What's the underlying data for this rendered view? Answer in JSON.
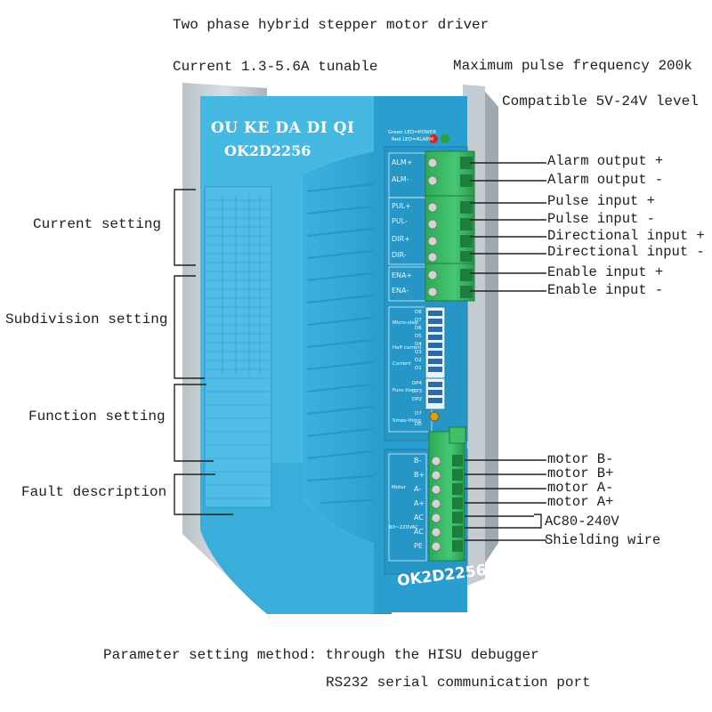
{
  "header": {
    "title": "Two phase hybrid stepper motor driver",
    "current": "Current 1.3-5.6A tunable",
    "max_pulse": "Maximum pulse frequency 200k",
    "compat": "Compatible 5V-24V level"
  },
  "left_labels": {
    "current_setting": "Current setting",
    "subdivision_setting": "Subdivision setting",
    "function_setting": "Function setting",
    "fault_description": "Fault description"
  },
  "right_labels": [
    "Alarm output +",
    "Alarm output -",
    "Pulse input  +",
    "Pulse input  -",
    "Directional input +",
    "Directional input -",
    "Enable input +",
    "Enable input -",
    "motor B-",
    "motor B+",
    "motor A-",
    "motor A+",
    "AC80-240V",
    "Shielding wire"
  ],
  "device": {
    "brand": "OU KE DA DI QI",
    "model": "OK2D2256",
    "model_bottom": "OK2D2256",
    "led_legend_1": "Green LED=POWER",
    "led_legend_2": "Red LED=ALARM",
    "led_colors": {
      "red": "#d8241c",
      "green": "#27a33a"
    },
    "body_color": "#2fa8d6",
    "connector_color": "#3fbf68",
    "terminals_top": [
      "ALM+",
      "ALM-",
      "PUL+",
      "PUL-",
      "DIR+",
      "DIR-",
      "ENA+",
      "ENA-"
    ],
    "dip_groups": [
      "Micro-step",
      "Half current",
      "Current",
      "Func-tion",
      "Smoo-thing"
    ],
    "dip_switches": [
      "D8",
      "D7",
      "D6",
      "D5",
      "D4",
      "D3",
      "D2",
      "D1",
      "DP4",
      "DP3",
      "DP2",
      "D7",
      "D0"
    ],
    "terminals_bottom": [
      "B-",
      "B+",
      "A-",
      "A+",
      "AC",
      "AC",
      "PE"
    ],
    "motor_group_label": "Motor",
    "power_group_label": "80~220VAC"
  },
  "footer": {
    "method": "Parameter setting method: through the HISU debugger",
    "port": "RS232 serial communication port"
  }
}
